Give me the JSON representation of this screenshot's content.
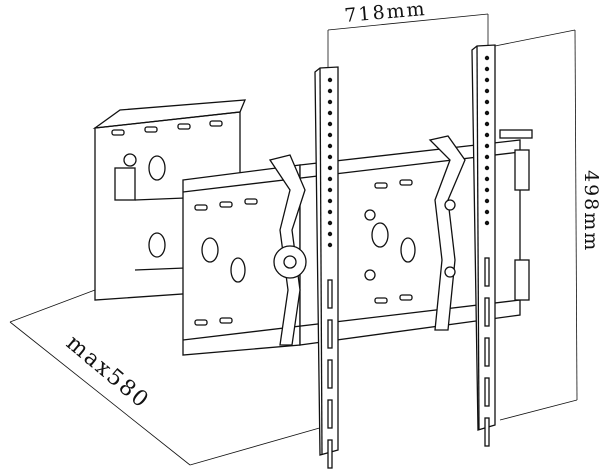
{
  "diagram": {
    "subject": "tv-wall-mount-bracket",
    "dimensions": {
      "width_label": "718mm",
      "height_label": "498mm",
      "extension_label": "max580"
    }
  }
}
